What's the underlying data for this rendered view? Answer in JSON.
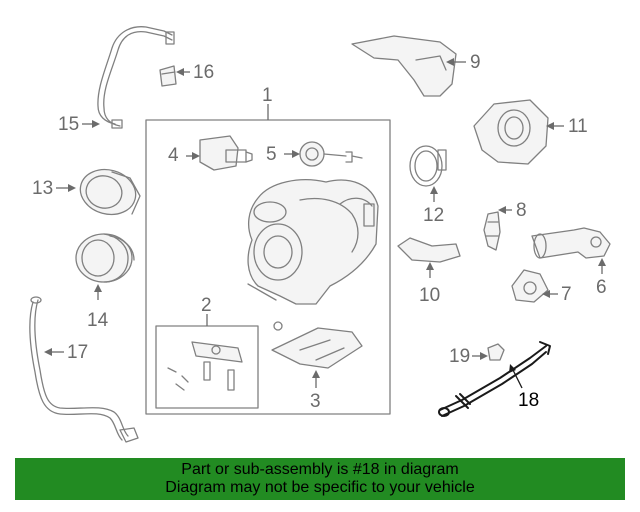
{
  "callouts": {
    "c1": "1",
    "c2": "2",
    "c3": "3",
    "c4": "4",
    "c5": "5",
    "c6": "6",
    "c7": "7",
    "c8": "8",
    "c9": "9",
    "c10": "10",
    "c11": "11",
    "c12": "12",
    "c13": "13",
    "c14": "14",
    "c15": "15",
    "c16": "16",
    "c17": "17",
    "c18": "18",
    "c19": "19"
  },
  "highlighted_part": "18",
  "banner": {
    "line1": "Part or sub-assembly is #18 in diagram",
    "line2": "Diagram may not be specific to your vehicle",
    "color": "#228b22"
  }
}
